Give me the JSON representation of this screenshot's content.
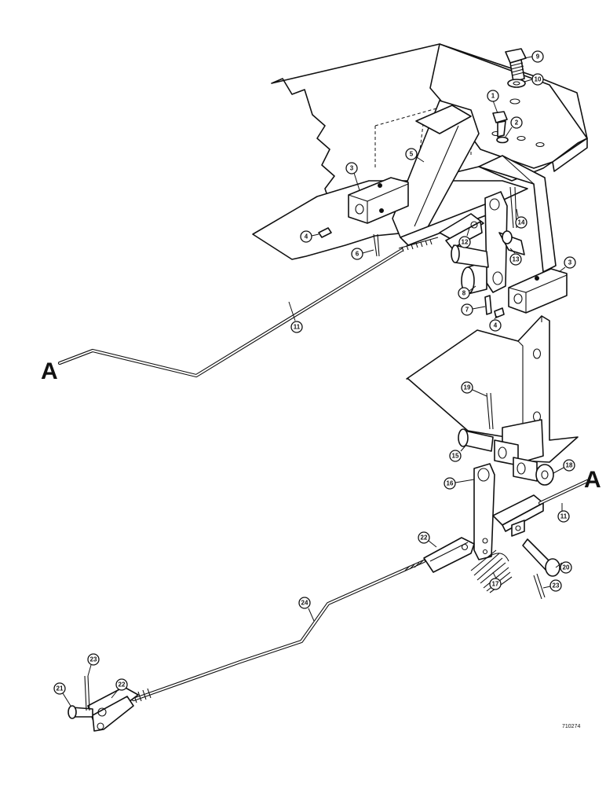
{
  "diagram": {
    "ref_letter_left": "A",
    "ref_letter_right": "A",
    "figure_id": "710274",
    "callouts": {
      "bolt_top": "9",
      "washer_top": "10",
      "bolt_small": "1",
      "washer_small": "2",
      "block_left": "3",
      "bracket_plate": "5",
      "setscrew_left": "4",
      "cotter_left": "6",
      "rod_upper": "11",
      "clevis_upper": "12",
      "pin_upper": "13",
      "cotter_upper": "14",
      "block_right": "3",
      "lever_upper": "8",
      "key_upper": "7",
      "setscrew_right": "4",
      "cotter_mid": "19",
      "pin_lower": "15",
      "washer_lower": "18",
      "lever_lower": "16",
      "rod_lower": "11",
      "clevis_lower": "22",
      "spring": "17",
      "pin_clevis": "20",
      "cotter_lower": "23",
      "long_rod": "24",
      "cotter_end": "23",
      "pin_end": "21",
      "clevis_end": "22"
    }
  }
}
